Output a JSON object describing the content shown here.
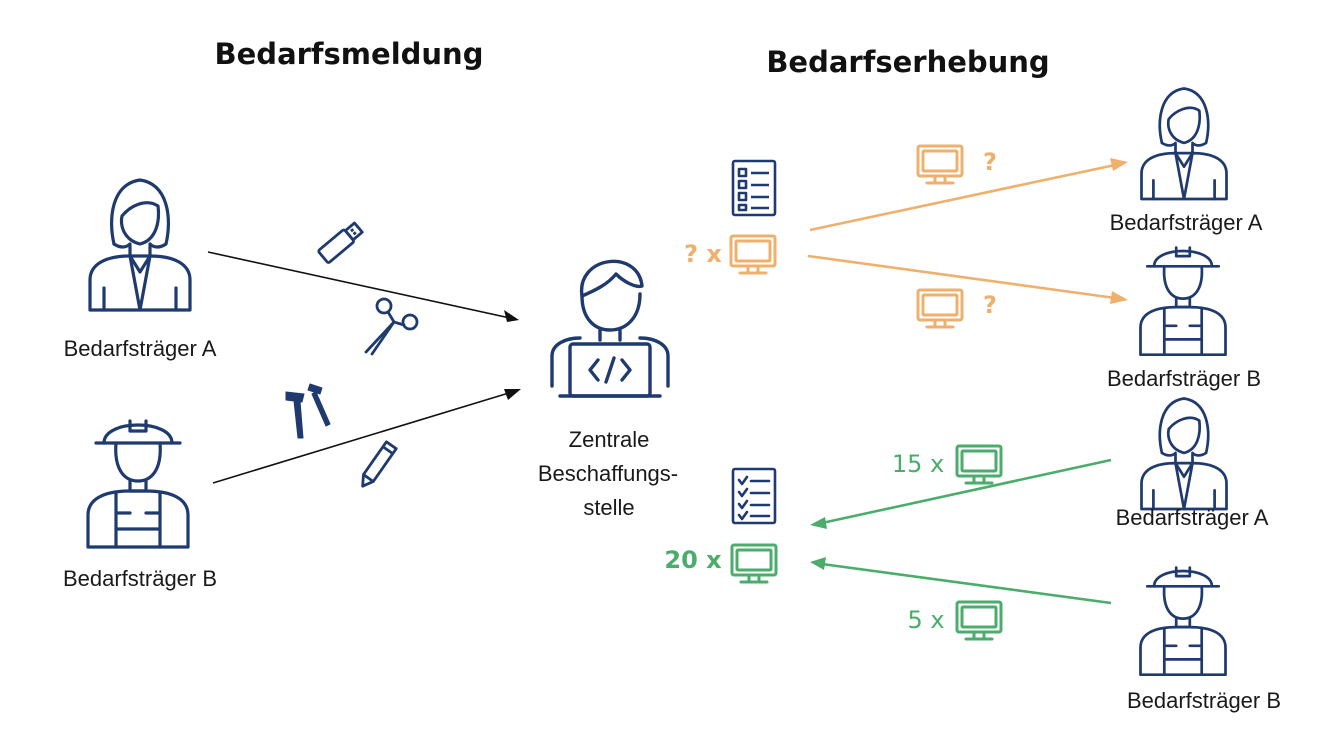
{
  "titles": {
    "left": "Bedarfsmeldung",
    "right": "Bedarfserhebung"
  },
  "labels": {
    "left_a": "Bedarfsträger A",
    "left_b": "Bedarfsträger B",
    "right_top_a": "Bedarfsträger A",
    "right_top_b": "Bedarfsträger B",
    "right_bottom_a": "Bedarfsträger A",
    "right_bottom_b": "Bedarfsträger B"
  },
  "center": {
    "line1": "Zentrale",
    "line2": "Beschaffungs-",
    "line3": "stelle"
  },
  "counts": {
    "request_count": "? x",
    "reply_a_unknown": "?",
    "reply_b_unknown": "?",
    "reply_a": "15 x",
    "reply_b": "5 x",
    "total": "20 x"
  },
  "colors": {
    "navy": "#1f3a6e",
    "orange": "#eeb06c",
    "green": "#4aad6b",
    "black": "#111111"
  },
  "icons": {
    "left_items": [
      "usb-stick-icon",
      "scissors-icon",
      "hammer-icon",
      "pencil-icon"
    ],
    "roles": [
      "businesswoman-icon",
      "construction-worker-icon",
      "developer-laptop-icon"
    ],
    "docs": [
      "checklist-icon",
      "checklist-done-icon",
      "monitor-icon"
    ]
  }
}
